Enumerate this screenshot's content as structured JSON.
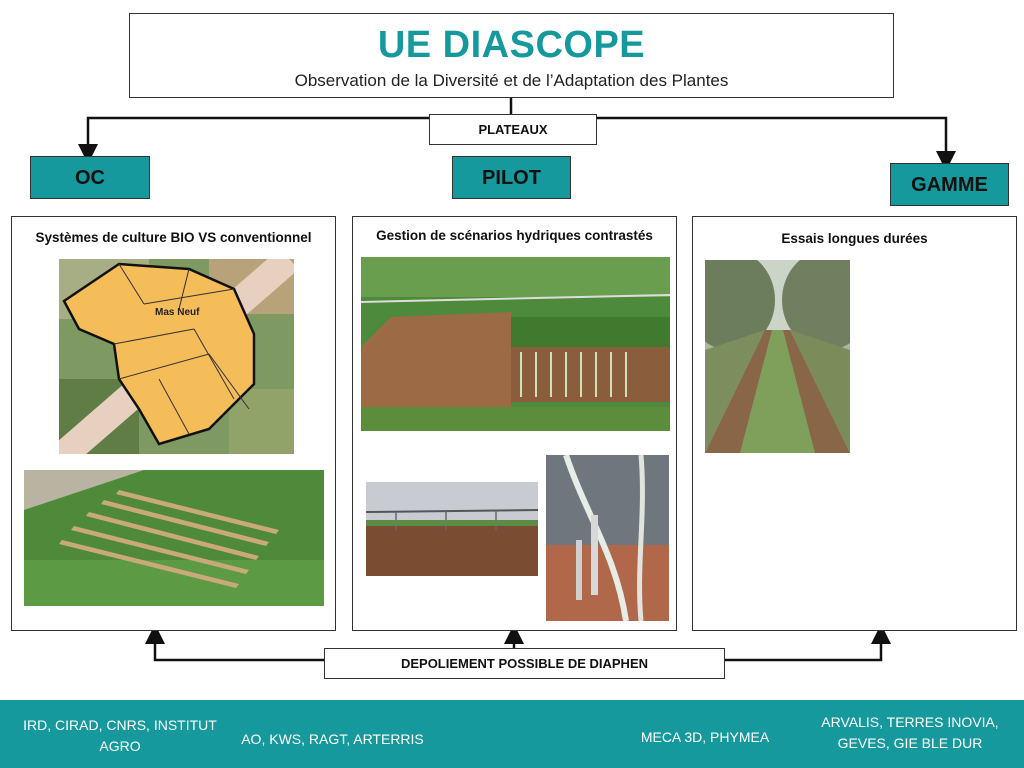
{
  "header": {
    "title": "UE DIASCOPE",
    "subtitle": "Observation de la Diversité et de l’Adaptation des Plantes"
  },
  "plateaux_label": "PLATEAUX",
  "sites": [
    {
      "label": "OC",
      "panel_title": "Systèmes de culture BIO VS conventionnel"
    },
    {
      "label": "PILOT",
      "panel_title": "Gestion de scénarios hydriques contrastés"
    },
    {
      "label": "GAMME",
      "panel_title": "Essais longues durées"
    }
  ],
  "map_label": "Mas Neuf",
  "deployment_label": "DEPOLIEMENT POSSIBLE DE DIAPHEN",
  "partners": [
    "IRD, CIRAD, CNRS, INSTITUT AGRO",
    "AO, KWS, RAGT, ARTERRIS",
    "MECA 3D, PHYMEA",
    "ARVALIS, TERRES INOVIA, GEVES, GIE BLE DUR"
  ],
  "colors": {
    "accent": "#16999c",
    "parcel": "#f5bc5a"
  }
}
